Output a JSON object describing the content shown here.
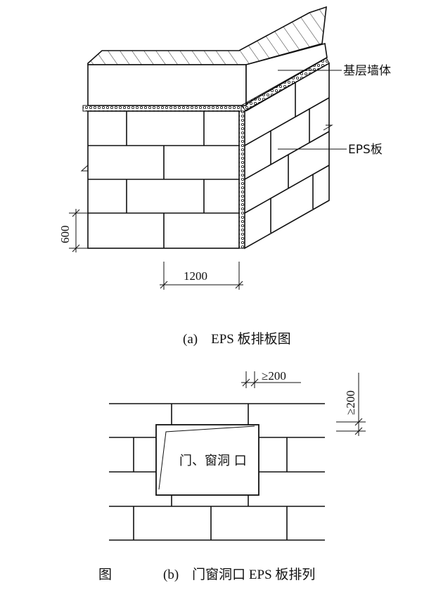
{
  "figure_a": {
    "label_base_wall": "基层墙体",
    "label_eps_board": "EPS板",
    "dim_height": "600",
    "dim_width": "1200",
    "caption": "(a)　EPS 板排板图"
  },
  "figure_b": {
    "dim_horizontal": "≥200",
    "dim_vertical": "≥200",
    "opening_label": "门、窗洞 口",
    "caption_prefix": "图",
    "caption": "(b)　门窗洞口 EPS 板排列"
  }
}
